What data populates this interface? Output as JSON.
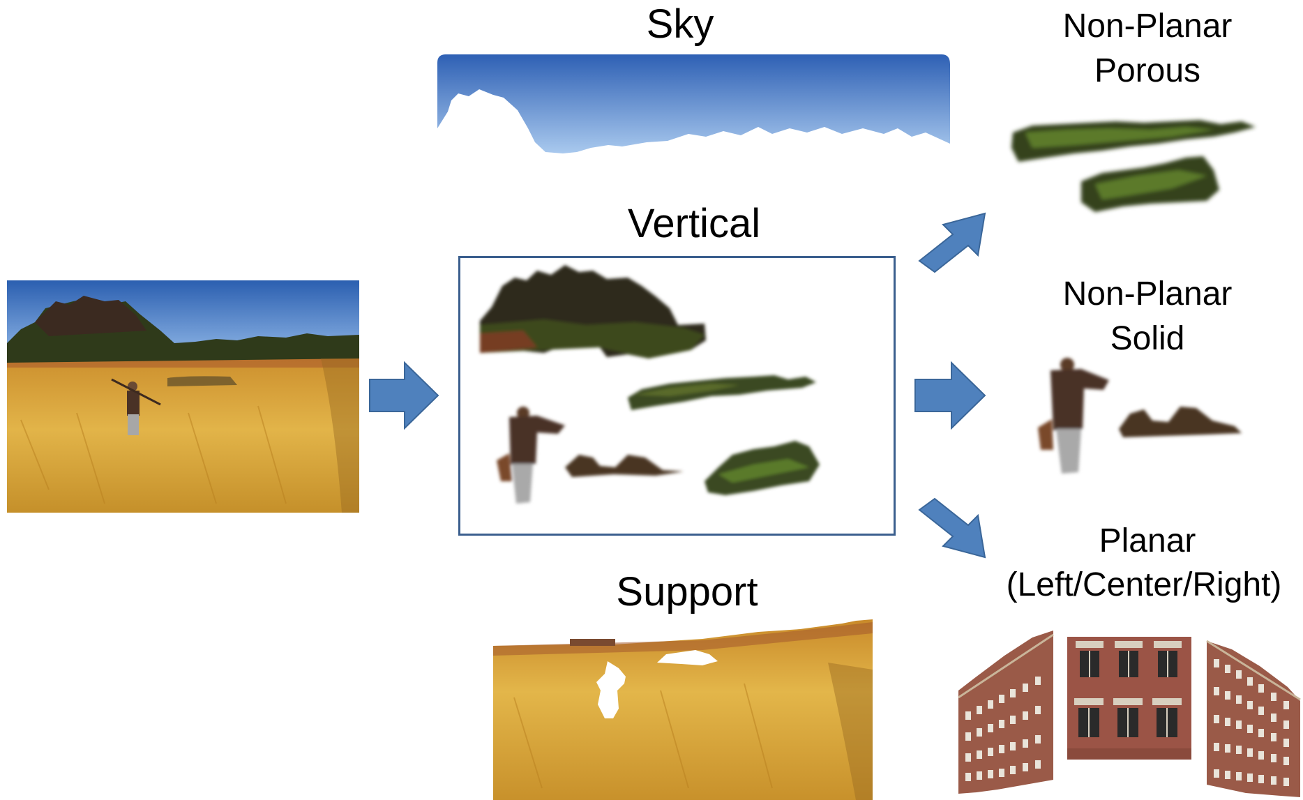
{
  "labels": {
    "sky": "Sky",
    "vertical": "Vertical",
    "support": "Support",
    "porous_line1": "Non-Planar",
    "porous_line2": "Porous",
    "solid_line1": "Non-Planar",
    "solid_line2": "Solid",
    "planar_line1": "Planar",
    "planar_line2": "(Left/Center/Right)"
  },
  "colors": {
    "arrow": "#4f81bd",
    "arrow_stroke": "#3a6699",
    "box": "#3b5f8e",
    "sky_top": "#2f63b3",
    "sky_bottom": "#a9c9ee",
    "field": "#d9a43a",
    "vegetation": "#2f3d1b",
    "building": "#9a5a48"
  },
  "icons": {
    "arrow": "block-arrow-icon"
  }
}
